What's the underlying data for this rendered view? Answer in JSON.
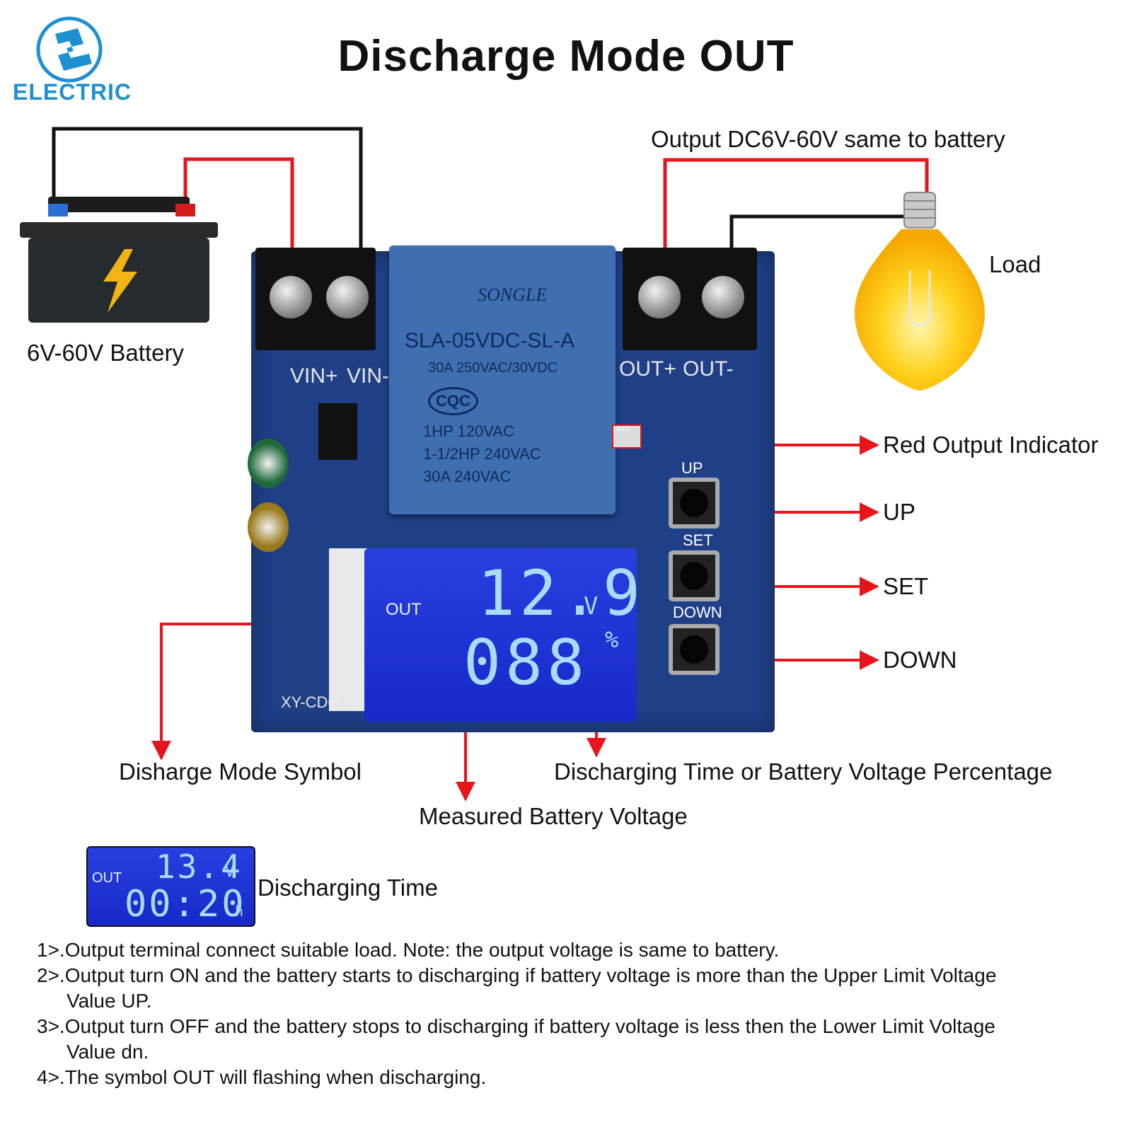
{
  "title": "Discharge Mode OUT",
  "logo": {
    "text": "ELECTRIC"
  },
  "labels": {
    "battery": "6V-60V Battery",
    "output": "Output DC6V-60V same to battery",
    "load": "Load",
    "red_indicator": "Red Output Indicator",
    "up": "UP",
    "set": "SET",
    "down": "DOWN",
    "mode_symbol": "Disharge Mode Symbol",
    "measured_voltage": "Measured Battery Voltage",
    "time_or_percent": "Discharging Time or Battery Voltage Percentage",
    "discharging_time": "Discharging Time"
  },
  "board": {
    "vin_plus": "VIN+",
    "vin_minus": "VIN-",
    "out_plus": "OUT+",
    "out_minus": "OUT-",
    "model": "XY-CD63L",
    "led": "LED1",
    "btn_up": "UP",
    "btn_set": "SET",
    "btn_down": "DOWN",
    "relay": {
      "brand": "SONGLE",
      "model": "SLA-05VDC-SL-A",
      "rating1": "30A 250VAC/30VDC",
      "cert": "CQC",
      "line1": "1HP 120VAC",
      "line2": "1-1/2HP 240VAC",
      "line3": "30A 240VAC"
    }
  },
  "lcd_main": {
    "mode": "OUT",
    "voltage": "12.9",
    "voltage_unit": "V",
    "value": "088",
    "value_unit": "%"
  },
  "lcd_small": {
    "mode": "OUT",
    "voltage": "13.4",
    "voltage_unit": "V",
    "time": "00:20",
    "time_unit": "h"
  },
  "notes": [
    "1>.Output terminal connect suitable load. Note: the output voltage is same to battery.",
    "2>.Output turn ON and the battery starts to discharging if battery voltage is more than the Upper Limit Voltage",
    "Value UP.",
    "3>.Output turn OFF and the battery stops to discharging if battery voltage is less then the Lower Limit Voltage",
    "Value dn.",
    "4>.The symbol OUT will flashing when discharging."
  ],
  "colors": {
    "wire_red": "#e8141c",
    "wire_black": "#111111",
    "board": "#1f3f86",
    "lcd": "#1f33d8",
    "logo": "#1e8fd0"
  }
}
